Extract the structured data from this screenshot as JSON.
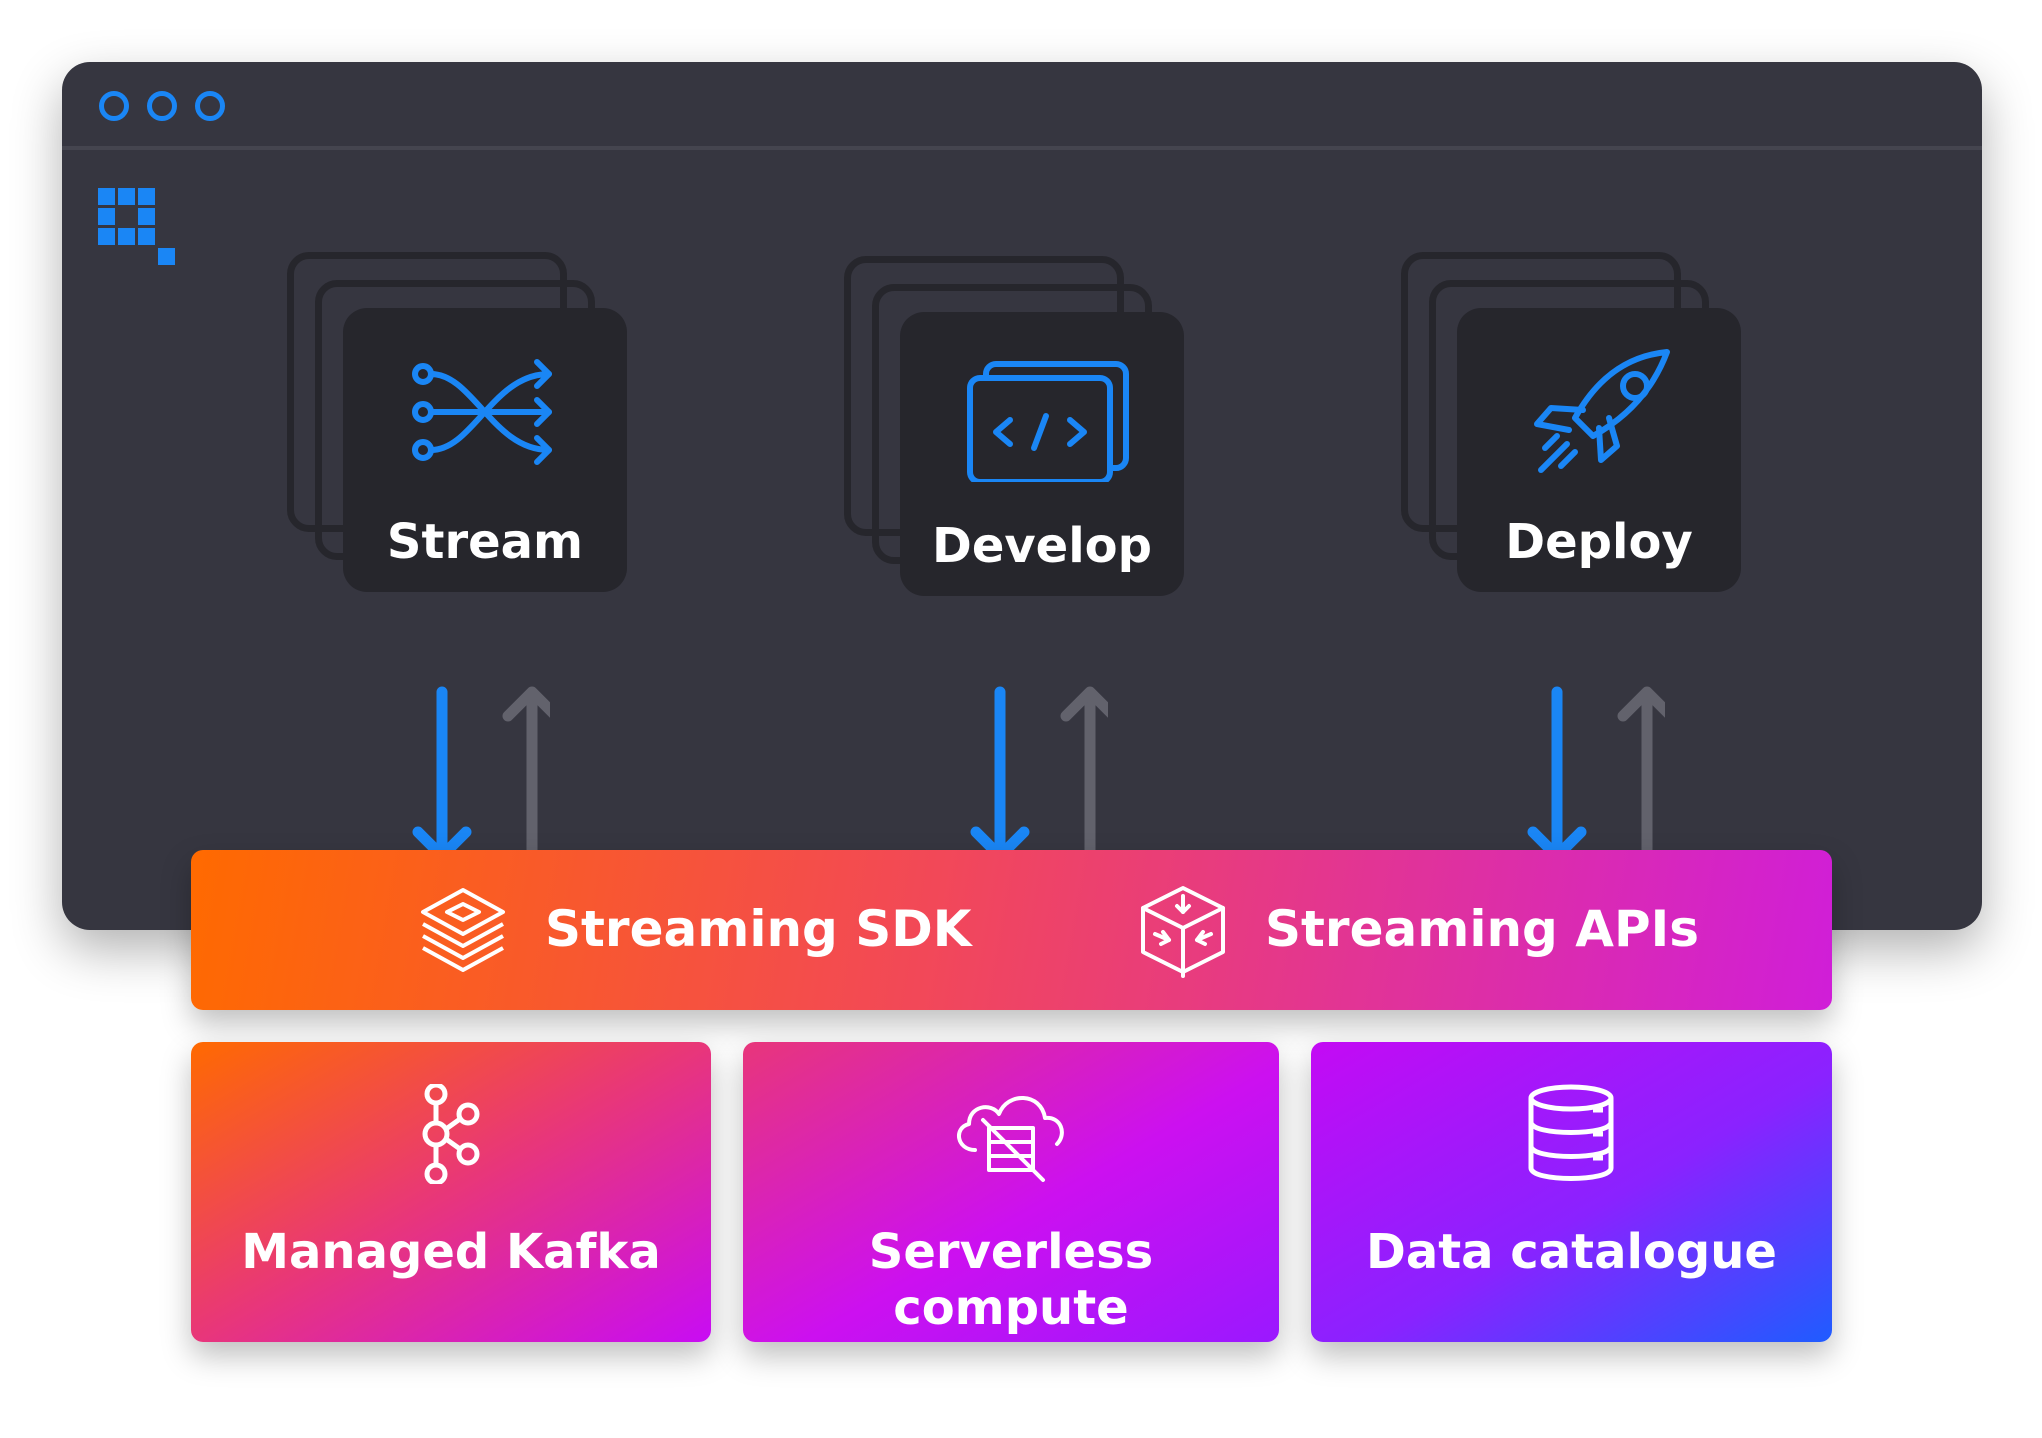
{
  "window": {
    "controls": [
      "window-dot",
      "window-dot",
      "window-dot"
    ],
    "logo_icon": "logo-icon"
  },
  "pipeline": [
    {
      "label": "Stream",
      "icon": "shuffle-arrows-icon"
    },
    {
      "label": "Develop",
      "icon": "code-window-icon"
    },
    {
      "label": "Deploy",
      "icon": "rocket-icon"
    }
  ],
  "interface_band": {
    "items": [
      {
        "label": "Streaming SDK",
        "icon": "layers-icon"
      },
      {
        "label": "Streaming APIs",
        "icon": "cube-arrows-icon"
      }
    ]
  },
  "platform_tiles": [
    {
      "label": "Managed Kafka",
      "icon": "kafka-icon"
    },
    {
      "label": "Serverless compute",
      "icon": "cloud-server-icon"
    },
    {
      "label": "Data catalogue",
      "icon": "database-icon"
    }
  ],
  "colors": {
    "window_bg": "#363640",
    "card_bg": "#26262c",
    "accent_blue": "#1a86f5",
    "arrow_grey": "#62626c",
    "gradient_orange": "#ff6a00",
    "gradient_magenta": "#d01ed8",
    "gradient_blue": "#1f5cff"
  }
}
